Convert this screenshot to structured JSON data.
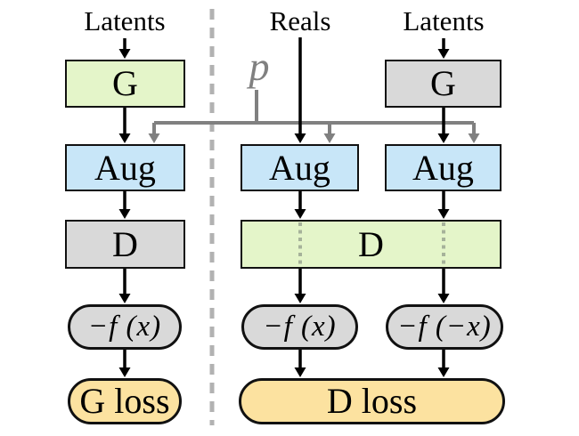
{
  "figure": {
    "inputs": {
      "left": "Latents",
      "middle": "Reals",
      "right": "Latents"
    },
    "prob_label": "p",
    "left_branch": {
      "generator": "G",
      "augment": "Aug",
      "discriminator": "D",
      "score": "−f (x)",
      "loss": "G loss"
    },
    "middle_branch": {
      "augment": "Aug",
      "score": "−f (x)"
    },
    "right_branch": {
      "generator": "G",
      "augment": "Aug",
      "score": "−f (−x)"
    },
    "shared": {
      "discriminator": "D",
      "loss": "D loss"
    },
    "colors": {
      "generator_green": "#e4f5c9",
      "augment_blue": "#c8e6f8",
      "neutral_gray": "#d9d9d9",
      "loss_yellow": "#fce2a0",
      "control_line_gray": "#808080",
      "divider_gray": "#b2b2b2",
      "dotted_pass_through": "#a6b29a",
      "border_black": "#111111"
    }
  }
}
